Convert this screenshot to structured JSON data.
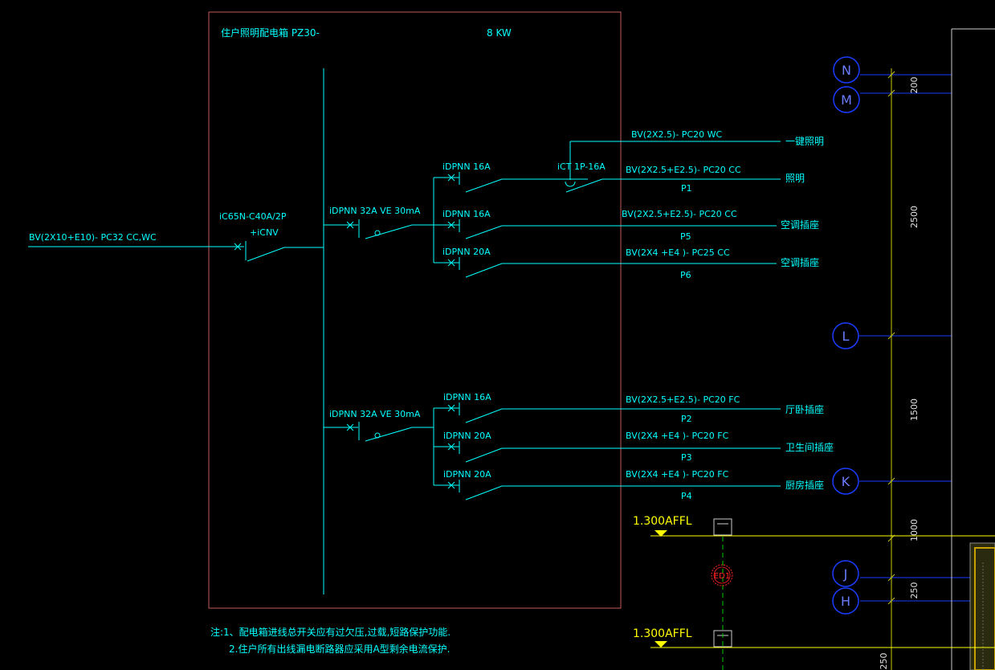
{
  "panel": {
    "title": "住户照明配电箱 PZ30-",
    "power": "8 KW"
  },
  "incoming": {
    "cable": "BV(2X10+E10)- PC32  CC,WC",
    "breaker": "iC65N-C40A/2P",
    "breaker_sub": "+iCNV"
  },
  "rcd_groups": [
    {
      "label": "iDPNN 32A VE 30mA"
    },
    {
      "label": "iDPNN 32A VE 30mA"
    }
  ],
  "contactor": {
    "label": "iCT 1P-16A"
  },
  "circuits": [
    {
      "breaker": "",
      "cable": "BV(2X2.5)- PC20  WC",
      "code": "",
      "load": "一键照明"
    },
    {
      "breaker": "iDPNN 16A",
      "cable": "BV(2X2.5+E2.5)- PC20  CC",
      "code": "P1",
      "load": "照明"
    },
    {
      "breaker": "iDPNN 16A",
      "cable": "BV(2X2.5+E2.5)- PC20  CC",
      "code": "P5",
      "load": "空调插座"
    },
    {
      "breaker": "iDPNN 20A",
      "cable": "BV(2X4 +E4 )- PC25  CC",
      "code": "P6",
      "load": "空调插座"
    },
    {
      "breaker": "iDPNN 16A",
      "cable": "BV(2X2.5+E2.5)- PC20  FC",
      "code": "P2",
      "load": "厅卧插座"
    },
    {
      "breaker": "iDPNN 20A",
      "cable": "BV(2X4 +E4 )- PC20  FC",
      "code": "P3",
      "load": "卫生间插座"
    },
    {
      "breaker": "iDPNN 20A",
      "cable": "BV(2X4 +E4 )- PC20  FC",
      "code": "P4",
      "load": "厨房插座"
    }
  ],
  "notes": [
    "注:1、配电箱进线总开关应有过欠压,过载,短路保护功能.",
    "2.住户所有出线漏电断路器应采用A型剩余电流保护."
  ],
  "grid_axes": [
    "N",
    "M",
    "L",
    "K",
    "J",
    "H"
  ],
  "dimensions": [
    "200",
    "2500",
    "1500",
    "1000",
    "250",
    "250"
  ],
  "elevations": [
    "1.300AFFL",
    "1.300AFFL"
  ],
  "equipment_tag": "ED1",
  "colors": {
    "line": "#00ffff",
    "text": "#00ffff",
    "frame": "#c45a5a",
    "grid": "#1a3cff",
    "elev": "#ffff00",
    "green": "#00cc00",
    "tag": "#ff2020"
  }
}
